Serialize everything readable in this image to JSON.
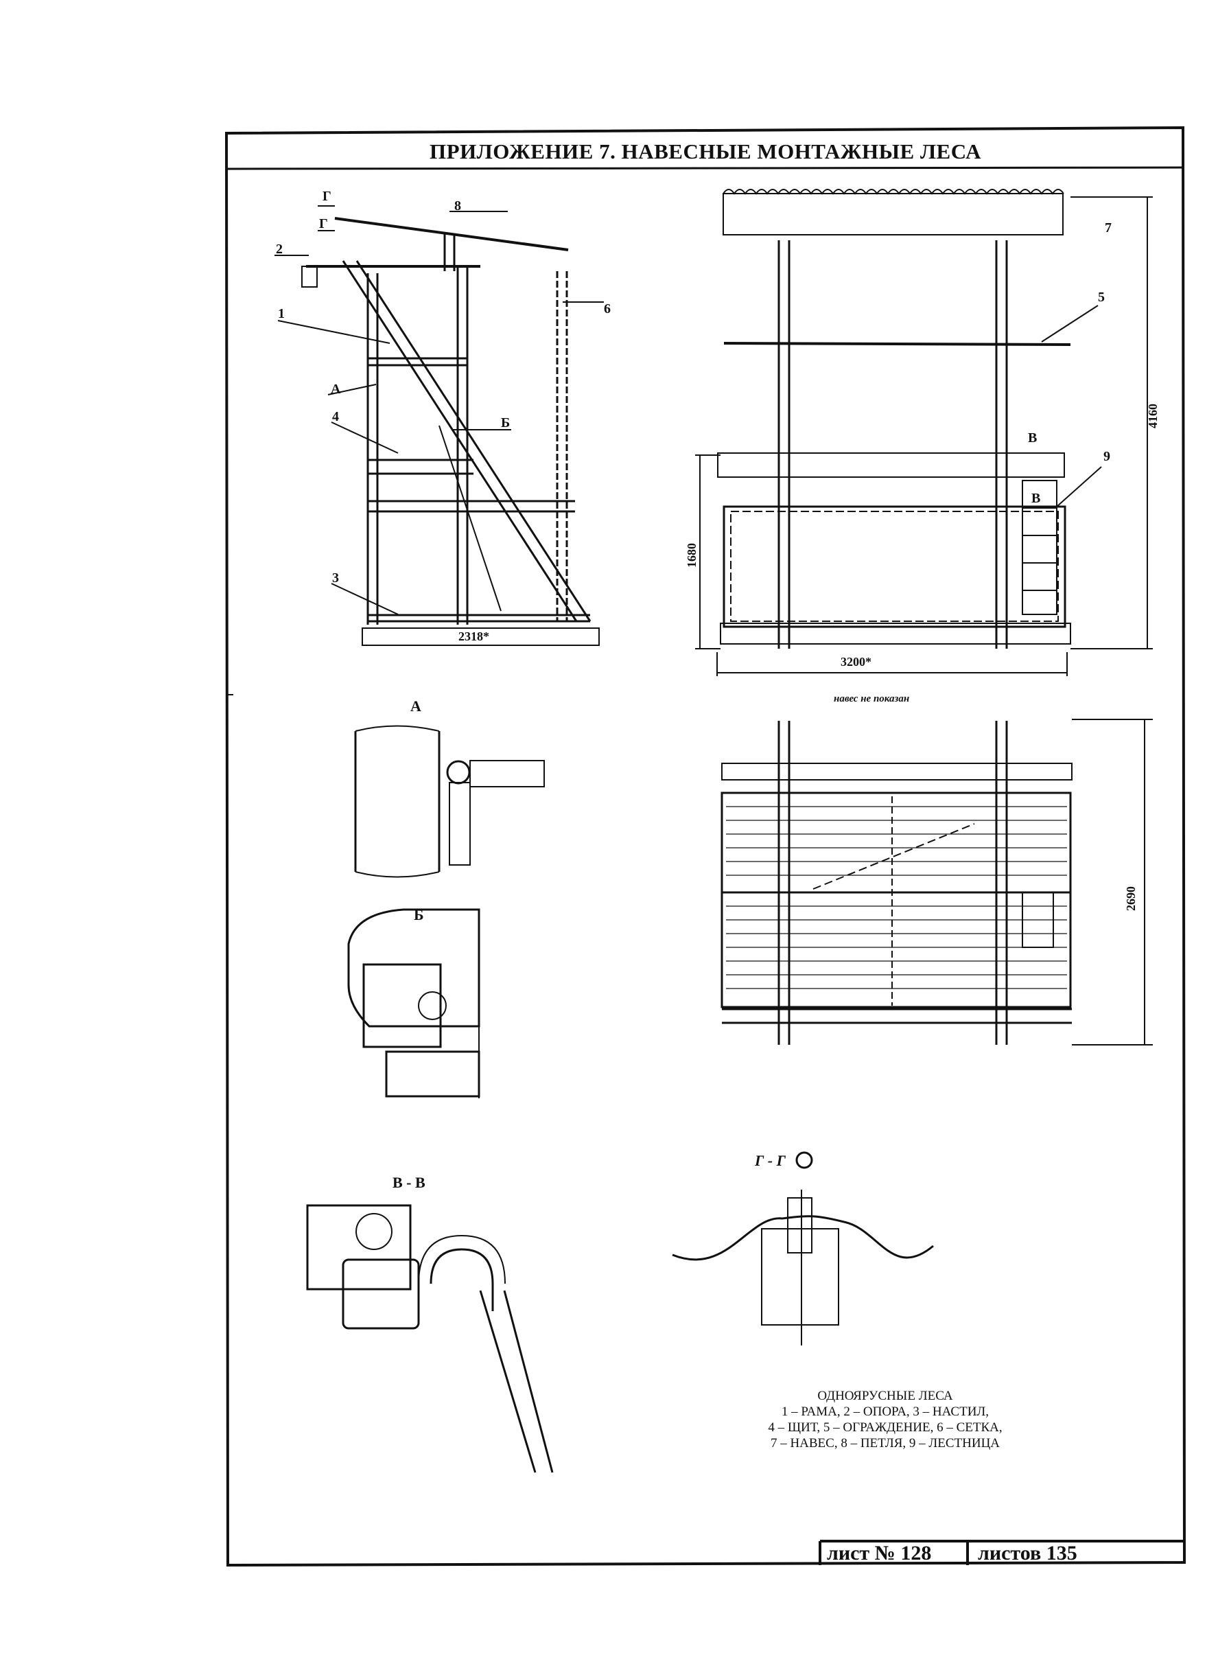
{
  "title": "ПРИЛОЖЕНИЕ 7. НАВЕСНЫЕ МОНТАЖНЫЕ ЛЕСА",
  "side_view": {
    "labels": {
      "g1": "Г",
      "g2": "Г",
      "l8": "8",
      "l2": "2",
      "l6": "6",
      "l1": "1",
      "la": "А",
      "l4": "4",
      "lb": "Б",
      "l3": "3"
    },
    "dim_width": "2318*"
  },
  "front_view": {
    "labels": {
      "l7": "7",
      "l5": "5",
      "lv1": "В",
      "lv2": "В",
      "l9": "9"
    },
    "dim_height": "4160",
    "dim_lower": "1680",
    "dim_width": "3200*"
  },
  "detail_a": {
    "title": "А"
  },
  "detail_b": {
    "title": "Б"
  },
  "section_vv": {
    "title": "В - В"
  },
  "plan_view": {
    "note": "навес не показан",
    "dim_height": "2690"
  },
  "section_gg": {
    "title": "Г - Г"
  },
  "legend": {
    "heading": "ОДНОЯРУСНЫЕ ЛЕСА",
    "line1": "1 – РАМА, 2 – ОПОРА, 3 – НАСТИЛ,",
    "line2": "4 – ЩИТ, 5 – ОГРАЖДЕНИЕ, 6 – СЕТКА,",
    "line3": "7 – НАВЕС, 8 – ПЕТЛЯ, 9 – ЛЕСТНИЦА"
  },
  "stamp": {
    "sheet": "лист № 128",
    "sheets": "листов 135"
  },
  "colors": {
    "ink": "#111111",
    "paper": "#ffffff"
  }
}
